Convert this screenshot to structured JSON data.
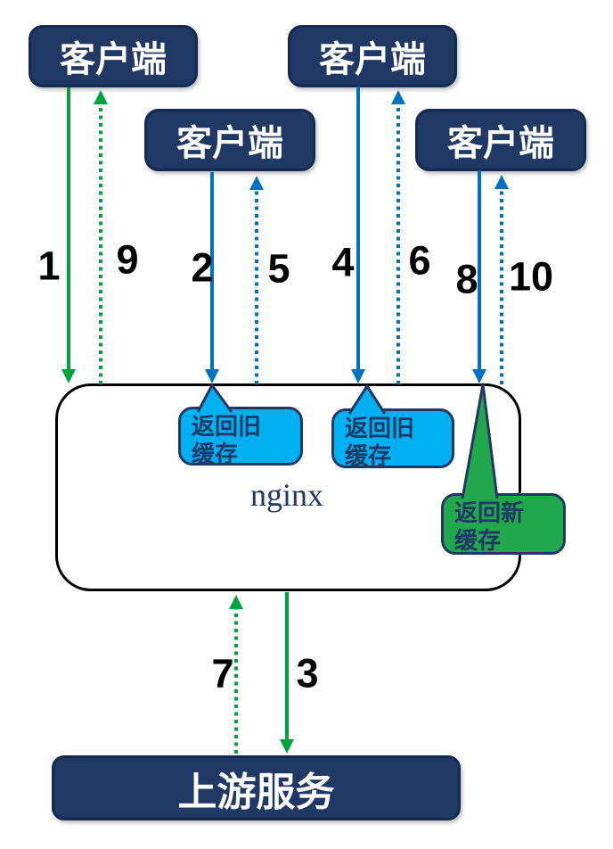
{
  "colors": {
    "node_fill": "#1F3864",
    "node_border": "#152A50",
    "node_text": "#FFFFFF",
    "green": "#00A33E",
    "blue": "#0070C0",
    "cyan_callout": "#00B0F0",
    "green_callout": "#22A84C",
    "callout_border": "#1F3864",
    "callout_text": "#1F3864",
    "nginx_border": "#000000",
    "nginx_label_color": "#1F3864",
    "step_text": "#000000"
  },
  "nodes": {
    "clients": [
      {
        "label": "客户端"
      },
      {
        "label": "客户端"
      },
      {
        "label": "客户端"
      },
      {
        "label": "客户端"
      }
    ],
    "nginx": {
      "label": "nginx"
    },
    "upstream": {
      "label": "上游服务"
    }
  },
  "callouts": [
    {
      "line1": "返回旧",
      "line2": "缓存",
      "type": "stale-cache"
    },
    {
      "line1": "返回旧",
      "line2": "缓存",
      "type": "stale-cache"
    },
    {
      "line1": "返回新",
      "line2": "缓存",
      "type": "fresh-cache"
    }
  ],
  "steps": {
    "labels": [
      "1",
      "9",
      "2",
      "5",
      "4",
      "6",
      "8",
      "10",
      "7",
      "3"
    ]
  }
}
